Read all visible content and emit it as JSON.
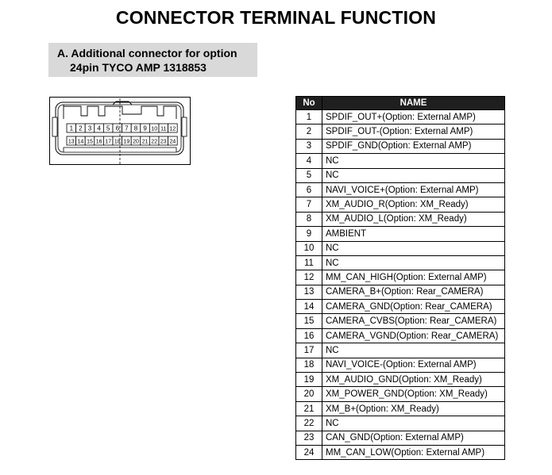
{
  "page": {
    "title": "CONNECTOR TERMINAL FUNCTION",
    "section_line1": "A. Additional connector for option",
    "section_line2": "24pin TYCO AMP 1318853"
  },
  "connector": {
    "top_row": [
      "1",
      "2",
      "3",
      "4",
      "5",
      "6",
      "7",
      "8",
      "9",
      "10",
      "11",
      "12"
    ],
    "bottom_row": [
      "13",
      "14",
      "15",
      "16",
      "17",
      "18",
      "19",
      "20",
      "21",
      "22",
      "23",
      "24"
    ]
  },
  "table": {
    "headers": [
      "No",
      "NAME"
    ],
    "rows": [
      [
        "1",
        "SPDIF_OUT+(Option: External AMP)"
      ],
      [
        "2",
        "SPDIF_OUT-(Option: External AMP)"
      ],
      [
        "3",
        "SPDIF_GND(Option: External AMP)"
      ],
      [
        "4",
        "NC"
      ],
      [
        "5",
        "NC"
      ],
      [
        "6",
        "NAVI_VOICE+(Option: External AMP)"
      ],
      [
        "7",
        "XM_AUDIO_R(Option: XM_Ready)"
      ],
      [
        "8",
        "XM_AUDIO_L(Option: XM_Ready)"
      ],
      [
        "9",
        "AMBIENT"
      ],
      [
        "10",
        "NC"
      ],
      [
        "11",
        "NC"
      ],
      [
        "12",
        "MM_CAN_HIGH(Option: External AMP)"
      ],
      [
        "13",
        "CAMERA_B+(Option: Rear_CAMERA)"
      ],
      [
        "14",
        "CAMERA_GND(Option: Rear_CAMERA)"
      ],
      [
        "15",
        "CAMERA_CVBS(Option: Rear_CAMERA)"
      ],
      [
        "16",
        "CAMERA_VGND(Option: Rear_CAMERA)"
      ],
      [
        "17",
        "NC"
      ],
      [
        "18",
        "NAVI_VOICE-(Option: External AMP)"
      ],
      [
        "19",
        "XM_AUDIO_GND(Option: XM_Ready)"
      ],
      [
        "20",
        "XM_POWER_GND(Option: XM_Ready)"
      ],
      [
        "21",
        "XM_B+(Option: XM_Ready)"
      ],
      [
        "22",
        "NC"
      ],
      [
        "23",
        "CAN_GND(Option: External AMP)"
      ],
      [
        "24",
        "MM_CAN_LOW(Option: External AMP)"
      ]
    ]
  }
}
